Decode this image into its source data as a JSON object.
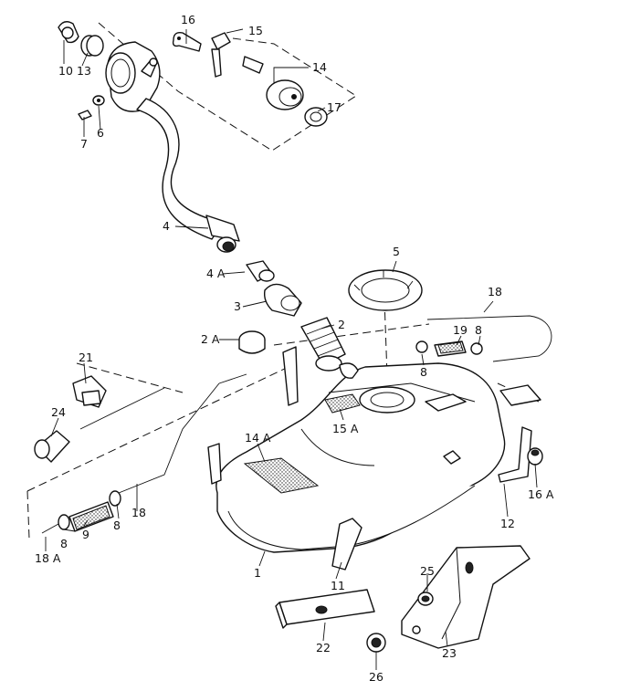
{
  "labels": {
    "p1": "1",
    "p2": "2",
    "p2a": "2 A",
    "p3": "3",
    "p4": "4",
    "p4a": "4 A",
    "p5": "5",
    "p6": "6",
    "p7": "7",
    "p8a": "8",
    "p8b": "8",
    "p8c": "8",
    "p8d": "8",
    "p9": "9",
    "p10": "10",
    "p11": "11",
    "p12": "12",
    "p13": "13",
    "p14": "14",
    "p14a": "14 A",
    "p15": "15",
    "p15a": "15 A",
    "p16": "16",
    "p16a": "16 A",
    "p17": "17",
    "p18a": "18",
    "p18b": "18",
    "p18c": "18 A",
    "p19": "19",
    "p21": "21",
    "p22": "22",
    "p23": "23",
    "p24": "24",
    "p25": "25",
    "p26": "26"
  }
}
